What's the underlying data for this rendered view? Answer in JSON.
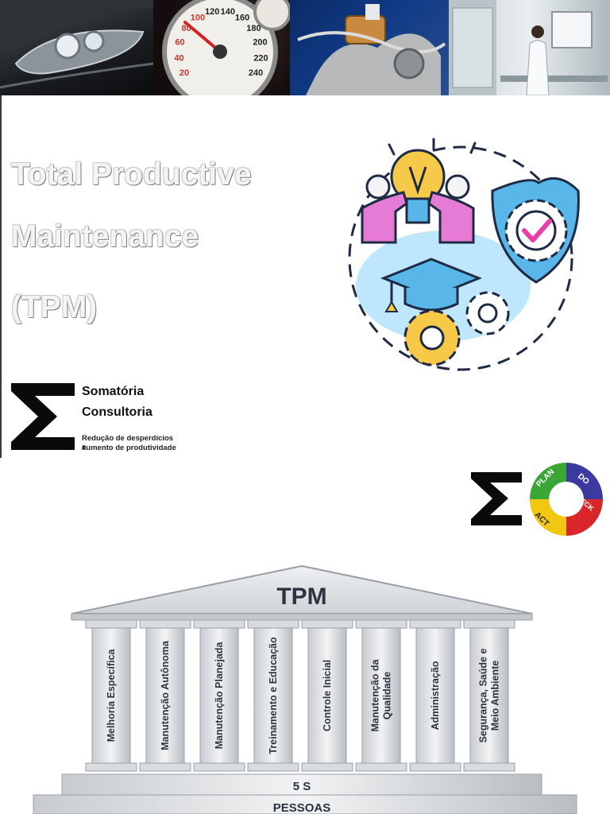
{
  "slide1": {
    "title_lines": [
      "Total Productive",
      "Maintenance",
      "(TPM)"
    ],
    "logo": {
      "name_line1": "Somatória",
      "name_line2": "Consultoria",
      "tagline_line1": "Redução de desperdícios e",
      "tagline_line2": "aumento de produtividade"
    },
    "gauge_numbers": [
      "20",
      "40",
      "60",
      "80",
      "100",
      "120",
      "140",
      "160",
      "180",
      "200",
      "220",
      "240"
    ]
  },
  "slide2": {
    "pdca": {
      "plan": "PLAN",
      "do": "DO",
      "check": "CHECK",
      "act": "ACT"
    },
    "temple": {
      "roof_title": "TPM",
      "pillars": [
        [
          "Melhoria Específica"
        ],
        [
          "Manutenção Autônoma"
        ],
        [
          "Manutenção Planejada"
        ],
        [
          "Treinamento e Educação"
        ],
        [
          "Controle Inicial"
        ],
        [
          "Manutenção da",
          "Qualidade"
        ],
        [
          "Administração"
        ],
        [
          "Segurança, Saúde e",
          "Meio Ambiente"
        ]
      ],
      "base_upper": "5 S",
      "base_lower": "PESSOAS"
    }
  },
  "colors": {
    "title_fill": "#f4f4f4",
    "icon_pink": "#e67bd6",
    "icon_yellow": "#f7c948",
    "icon_blue": "#59b6e8",
    "icon_light_blue": "#bfe7fb",
    "pdca_plan": "#3aa635",
    "pdca_do": "#3c3aa0",
    "pdca_check": "#d8262b",
    "pdca_act": "#f2c713",
    "temple_stone": "#d9dcdf"
  }
}
